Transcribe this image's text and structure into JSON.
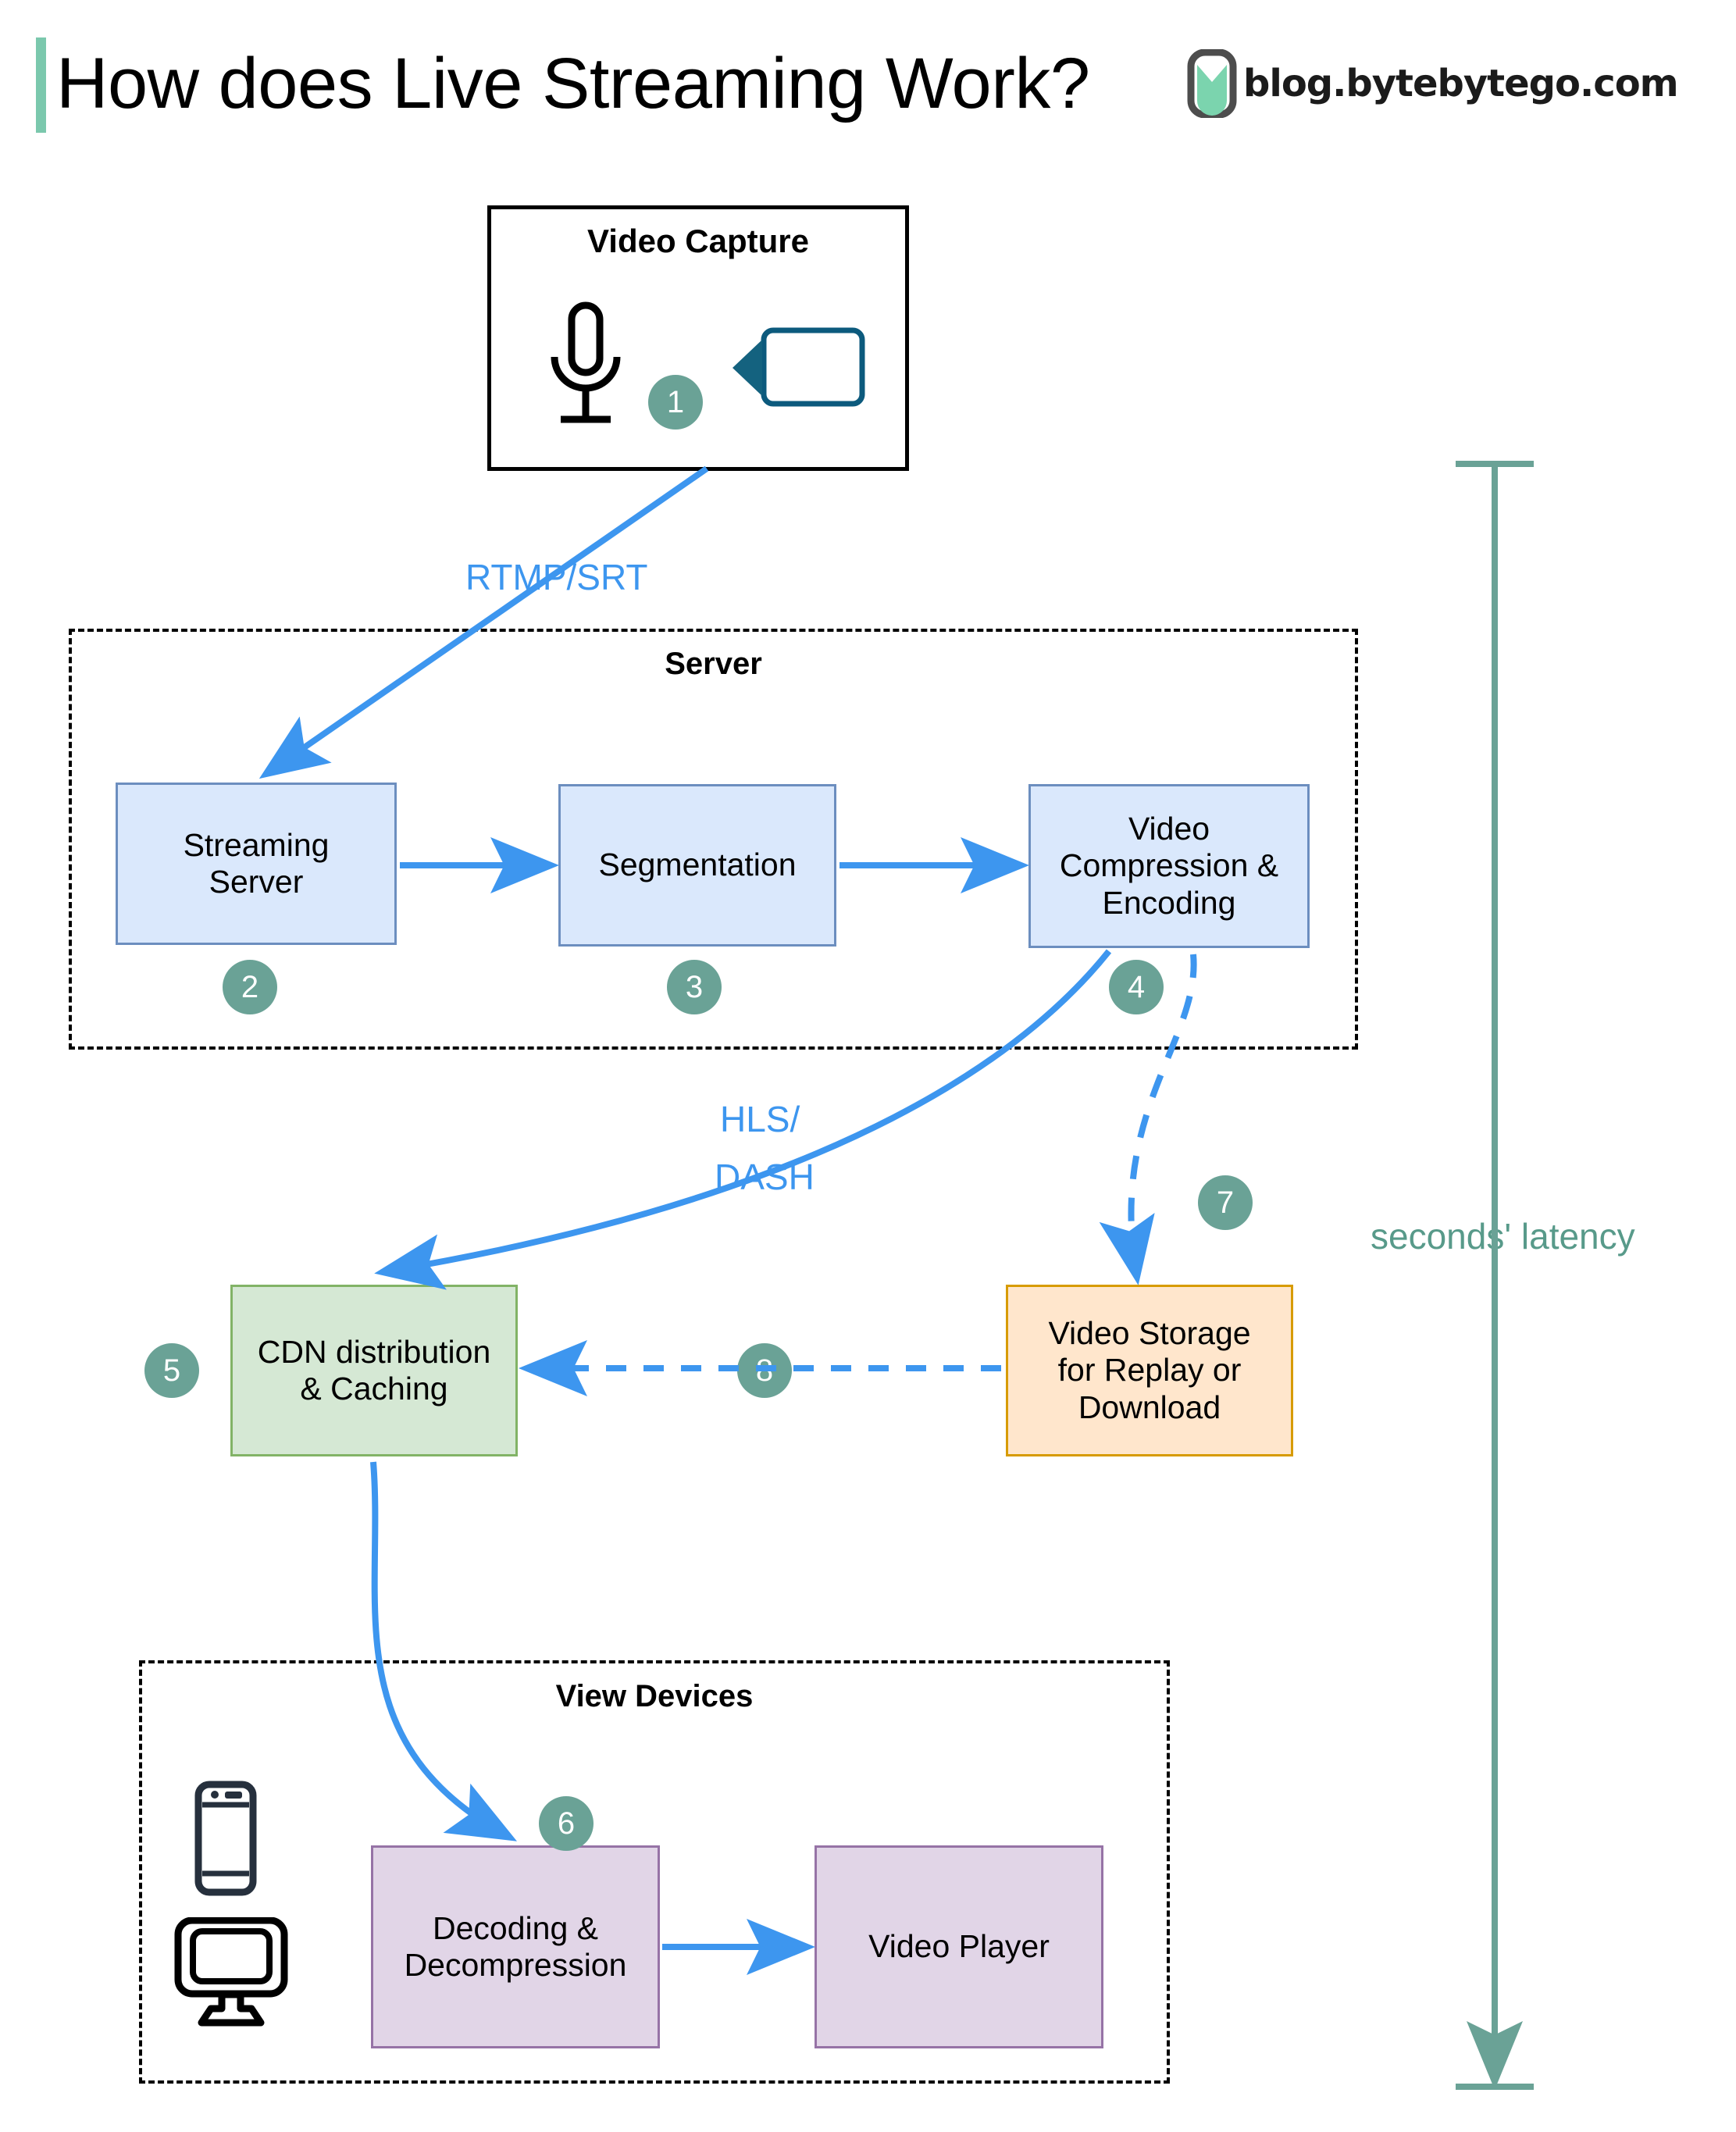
{
  "header": {
    "title": "How does Live Streaming Work?",
    "brand": "blog.bytebytego.com",
    "accent_color": "#7bc8ad"
  },
  "diagram": {
    "type": "flow-diagram",
    "colors": {
      "blue_fill": "#dae8fc",
      "blue_stroke": "#6c8ebf",
      "green_fill": "#d5e8d4",
      "green_stroke": "#82b366",
      "orange_fill": "#ffe6cc",
      "orange_stroke": "#d79b00",
      "purple_fill": "#e1d5e7",
      "purple_stroke": "#9673a6",
      "arrow_blue": "#3d96ef",
      "step_badge": "#6aa296",
      "latency_green": "#589a8a"
    },
    "groups": [
      {
        "id": "video-capture",
        "label": "Video Capture",
        "style": "solid"
      },
      {
        "id": "server",
        "label": "Server",
        "style": "dashed"
      },
      {
        "id": "view-devices",
        "label": "View Devices",
        "style": "dashed"
      }
    ],
    "nodes": [
      {
        "id": "streaming-server",
        "label": "Streaming\nServer",
        "color": "blue",
        "step": "2"
      },
      {
        "id": "segmentation",
        "label": "Segmentation",
        "color": "blue",
        "step": "3"
      },
      {
        "id": "video-compression",
        "label": "Video\nCompression &\nEncoding",
        "color": "blue",
        "step": "4"
      },
      {
        "id": "cdn",
        "label": "CDN distribution\n& Caching",
        "color": "green",
        "step": "5"
      },
      {
        "id": "video-storage",
        "label": "Video Storage\nfor Replay or\nDownload",
        "color": "orange",
        "step": "7"
      },
      {
        "id": "decoding",
        "label": "Decoding &\nDecompression",
        "color": "purple",
        "step": "6"
      },
      {
        "id": "video-player",
        "label": "Video Player",
        "color": "purple",
        "step": null
      }
    ],
    "node_labels": {
      "streaming_server_line1": "Streaming",
      "streaming_server_line2": "Server",
      "segmentation": "Segmentation",
      "video_compression_line1": "Video",
      "video_compression_line2": "Compression &",
      "video_compression_line3": "Encoding",
      "cdn_line1": "CDN distribution",
      "cdn_line2": "& Caching",
      "video_storage_line1": "Video Storage",
      "video_storage_line2": "for Replay or",
      "video_storage_line3": "Download",
      "decoding_line1": "Decoding &",
      "decoding_line2": "Decompression",
      "video_player": "Video Player"
    },
    "steps": {
      "s1": "1",
      "s2": "2",
      "s3": "3",
      "s4": "4",
      "s5": "5",
      "s6": "6",
      "s7": "7",
      "s8": "8"
    },
    "edge_labels": {
      "rtmp_srt": "RTMP/SRT",
      "hls_line1": "HLS/",
      "hls_line2": "DASH"
    },
    "annotation": {
      "latency": "seconds' latency"
    },
    "icons": [
      "microphone-icon",
      "video-camera-icon",
      "smartphone-icon",
      "desktop-monitor-icon"
    ]
  }
}
